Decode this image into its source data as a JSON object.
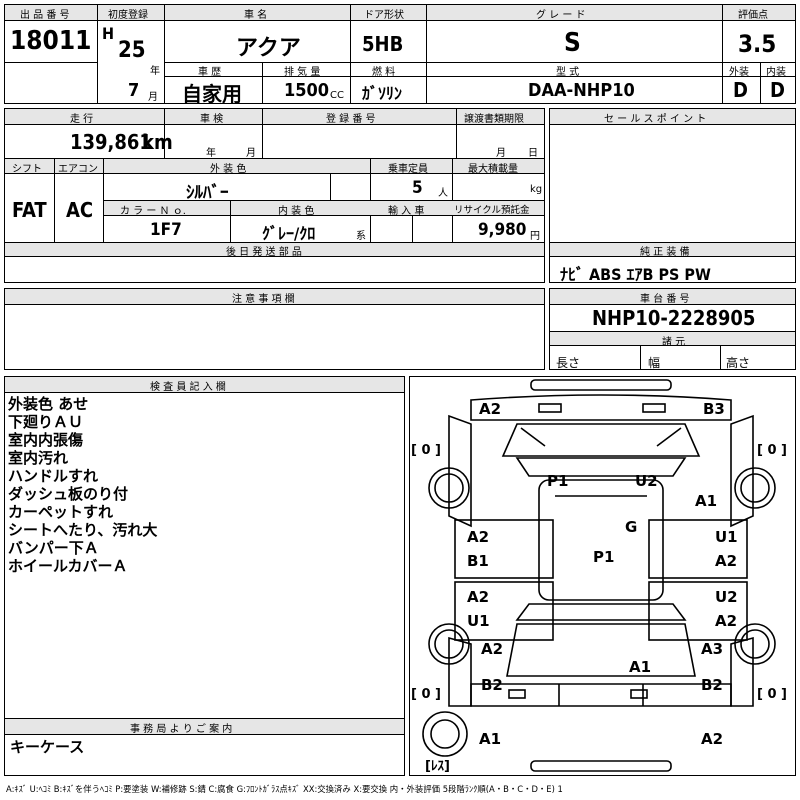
{
  "header": {
    "lot_label": "出 品 番 号",
    "lot_value": "18011",
    "first_reg_label": "初度登録",
    "era": "H",
    "year": "25",
    "year_unit": "年",
    "month": "7",
    "month_unit": "月",
    "car_name_label": "車 名",
    "car_name": "アクア",
    "door_label": "ドア形状",
    "door": "5HB",
    "grade_label": "グ レ ー ド",
    "grade": "S",
    "score_label": "評価点",
    "score": "3.5",
    "history_label": "車 歴",
    "history": "自家用",
    "displacement_label": "排 気 量",
    "displacement": "1500",
    "displacement_unit": "CC",
    "fuel_label": "燃 料",
    "fuel": "ｶﾞｿﾘﾝ",
    "model_label": "型 式",
    "model": "DAA-NHP10",
    "exterior_label": "外装",
    "exterior": "D",
    "interior_label": "内装",
    "interior": "D"
  },
  "row2": {
    "mileage_label": "走 行",
    "mileage": "139,861",
    "mileage_unit": "km",
    "inspection_label": "車 検",
    "insp_year": "年",
    "insp_month": "月",
    "reg_no_label": "登 録 番 号",
    "transfer_label": "譲渡書類期限",
    "transfer_month": "月",
    "transfer_day": "日",
    "sales_label": "セ ー ル ス ポ イ ン ト",
    "shift_label": "シフト",
    "shift": "FAT",
    "ac_label": "エアコン",
    "ac": "AC",
    "ext_color_label": "外 装 色",
    "ext_color": "ｼﾙﾊﾞｰ",
    "capacity_label": "乗車定員",
    "capacity": "5",
    "capacity_unit": "人",
    "max_load_label": "最大積載量",
    "max_load_unit": "kg",
    "color_no_label": "カ ラ ー Ｎ ｏ.",
    "color_no": "1F7",
    "int_color_label": "内 装 色",
    "int_color": "ｸﾞﾚｰ/ｸﾛ",
    "int_color_unit": "系",
    "import_label": "輸 入 車",
    "recycle_label": "リサイクル預託金",
    "recycle": "9,980",
    "recycle_unit": "円",
    "later_parts_label": "後 日 発 送 部 品",
    "equipment_label": "純 正 装 備",
    "equipment": "ﾅﾋﾞ ABS ｴｱB PS PW"
  },
  "row3": {
    "notes_label": "注 意 事 項 欄",
    "chassis_label": "車 台 番 号",
    "chassis": "NHP10-2228905",
    "specs_label": "諸 元",
    "length_label": "長さ",
    "width_label": "幅",
    "height_label": "高さ"
  },
  "inspector": {
    "label": "検 査 員 記 入 欄",
    "notes": [
      "外装色 あせ",
      "下廻りＡＵ",
      "室内内張傷",
      "室内汚れ",
      "ハンドルすれ",
      "ダッシュ板のり付",
      "カーペットすれ",
      "シートへたり、汚れ大",
      "バンパー下Ａ",
      "ホイールカバーＡ"
    ]
  },
  "office": {
    "label": "事 務 局 よ り ご 案 内",
    "text": "キーケース"
  },
  "diagram": {
    "marks": [
      "A2",
      "B3",
      "P1",
      "U2",
      "A1",
      "G",
      "A2",
      "B1",
      "P1",
      "U1",
      "A2",
      "A2",
      "U1",
      "U2",
      "A2",
      "A2",
      "A3",
      "A1",
      "B2",
      "B2",
      "A1",
      "A2"
    ],
    "tires": [
      "[ 0 ]",
      "[ 0 ]",
      "[ 0 ]",
      "[ 0 ]"
    ],
    "spare": "[ﾚｽ]"
  },
  "legend": "A:ｷｽﾞ U:ﾍｺﾐ B:ｷｽﾞを伴うﾍｺﾐ P:要塗装 W:補修跡 S:錆 C:腐食 G:ﾌﾛﾝﾄｶﾞﾗｽ点ｷｽﾞ XX:交換済み X:要交換  内・外装評価 5段階ﾗﾝｸ順(A・B・C・D・E) 1"
}
